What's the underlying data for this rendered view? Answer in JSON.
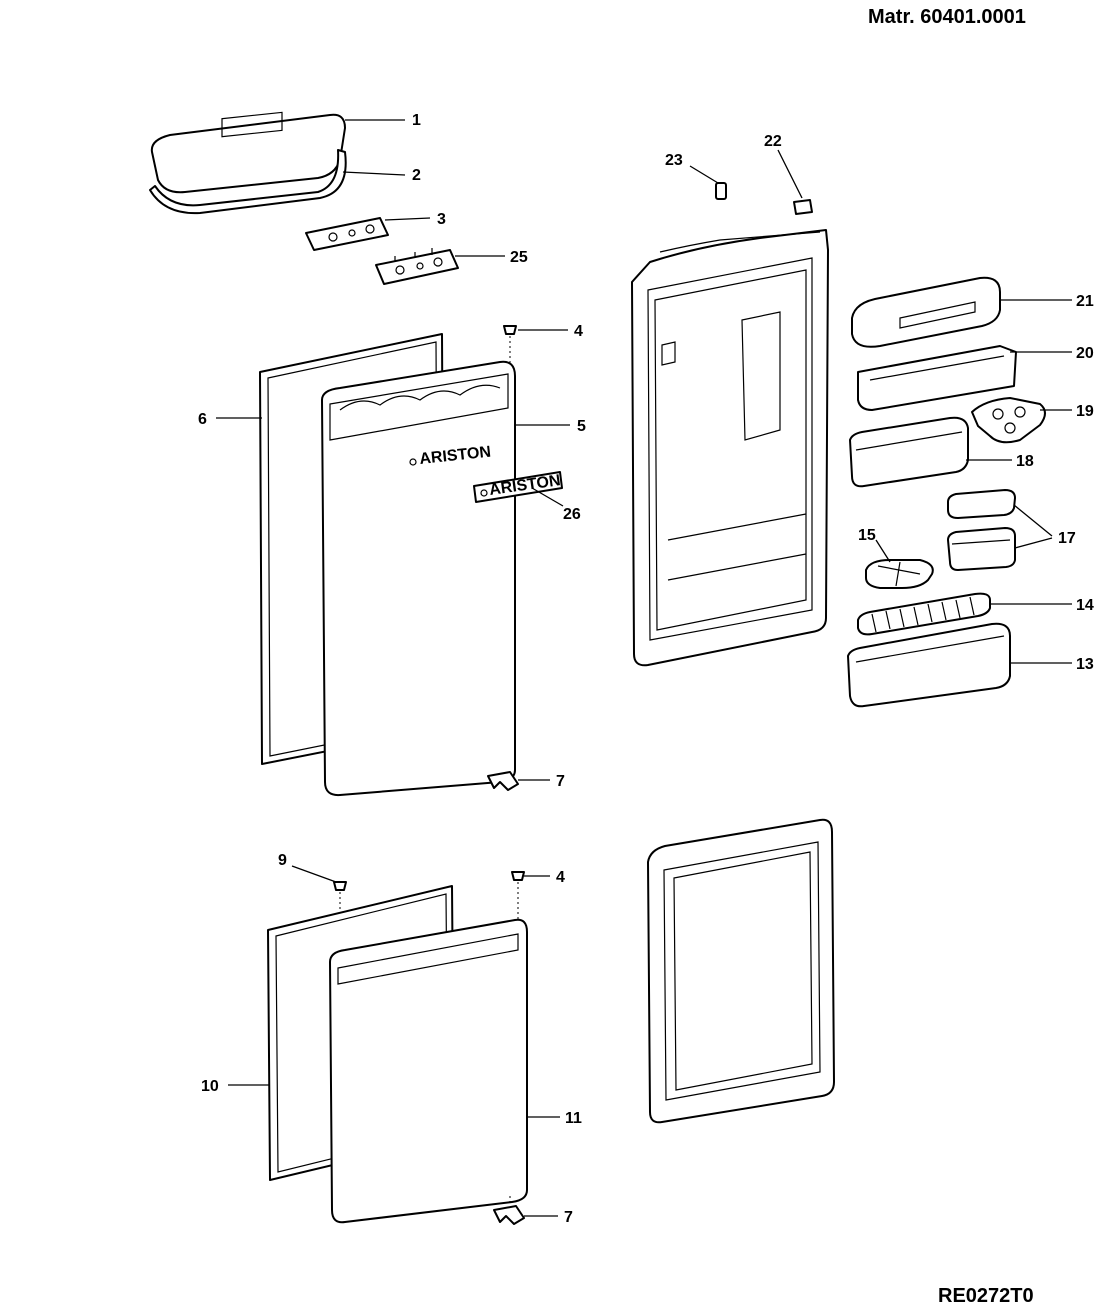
{
  "header": {
    "matr": "Matr. 60401.0001",
    "code": "RE0272T0"
  },
  "logos": {
    "door_badge": "ARISTON",
    "badge_part": "ARISTON"
  },
  "callouts": {
    "p1": "1",
    "p2": "2",
    "p3": "3",
    "p25": "25",
    "p4_top": "4",
    "p6": "6",
    "p5": "5",
    "p26": "26",
    "p7_top": "7",
    "p9": "9",
    "p4_bottom": "4",
    "p10": "10",
    "p11": "11",
    "p7_bottom": "7",
    "p23": "23",
    "p22": "22",
    "p21": "21",
    "p20": "20",
    "p19": "19",
    "p18": "18",
    "p17": "17",
    "p15": "15",
    "p14": "14",
    "p13": "13"
  }
}
